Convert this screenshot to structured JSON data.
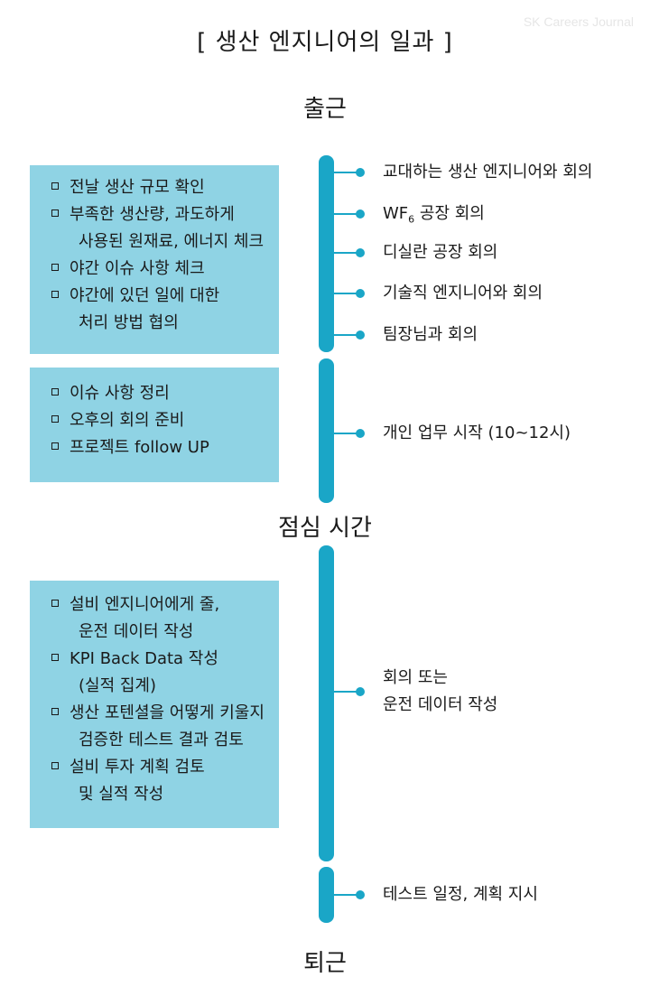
{
  "watermark": "SK Careers Journal",
  "title": "[ 생산 엔지니어의 일과 ]",
  "sections": {
    "start": "출근",
    "lunch": "점심 시간",
    "end": "퇴근"
  },
  "morning_box": [
    [
      "전날 생산 규모 확인"
    ],
    [
      "부족한 생산량, 과도하게",
      "사용된 원재료, 에너지 체크"
    ],
    [
      "야간 이슈 사항 체크"
    ],
    [
      "야간에 있던 일에 대한",
      "처리 방법 협의"
    ]
  ],
  "late_morning_box": [
    [
      "이슈 사항 정리"
    ],
    [
      "오후의 회의 준비"
    ],
    [
      "프로젝트 follow UP"
    ]
  ],
  "afternoon_box": [
    [
      "설비 엔지니어에게 줄,",
      "운전 데이터 작성"
    ],
    [
      "KPI Back Data 작성",
      "(실적 집계)"
    ],
    [
      "생산 포텐셜을 어떻게 키울지",
      "검증한 테스트 결과 검토"
    ],
    [
      "설비 투자 계획 검토",
      "및 실적 작성"
    ]
  ],
  "morning_events": {
    "e1": "교대하는 생산 엔지니어와 회의",
    "e2_main": "WF",
    "e2_sub": "6",
    "e2_rest": " 공장 회의",
    "e3": "디실란 공장 회의",
    "e4": "기술직 엔지니어와 회의",
    "e5": "팀장님과 회의"
  },
  "late_morning_event": "개인 업무 시작 (10~12시)",
  "afternoon_event": [
    "회의 또는",
    "운전 데이터 작성"
  ],
  "final_event": "테스트 일정, 계획 지시",
  "colors": {
    "timeline": "#1aa6c7",
    "box": "#8fd3e4"
  }
}
